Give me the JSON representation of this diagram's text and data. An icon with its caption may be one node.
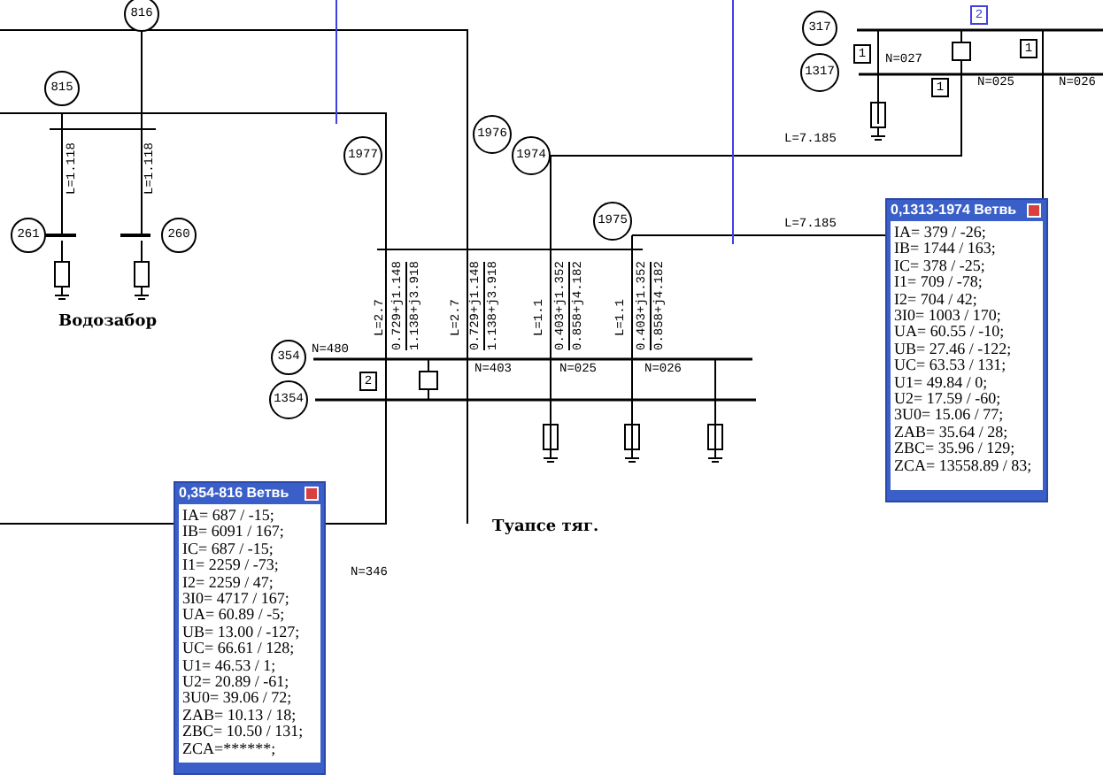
{
  "diagram": {
    "nodes": [
      {
        "text": [
          "816"
        ]
      },
      {
        "text": [
          "815"
        ]
      },
      {
        "text": [
          "261"
        ]
      },
      {
        "text": [
          "260"
        ]
      },
      {
        "text": [
          "1977"
        ]
      },
      {
        "text": [
          "1976"
        ]
      },
      {
        "text": [
          "1974"
        ]
      },
      {
        "text": [
          "1975"
        ]
      },
      {
        "text": [
          "354"
        ]
      },
      {
        "text": [
          "1354"
        ]
      },
      {
        "text": [
          "317"
        ]
      },
      {
        "text": [
          "1317"
        ]
      },
      {
        "text": [
          "0,1313-1974 Ветвь",
          "IA= 379 / -26;",
          "IB= 1744 / 163;",
          "IC= 378 / -25;",
          "I1= 709 / -78;",
          "I2= 704 / 42;",
          "3I0= 1003 / 170;",
          "UA= 60.55 / -10;",
          "UB= 27.46 / -122;",
          "UC= 63.53 / 131;",
          "U1= 49.84 / 0;",
          "U2= 17.59 / -60;",
          "3U0= 15.06 / 77;",
          "ZAB= 35.64 / 28;",
          "ZBC= 35.96 / 129;",
          "ZCA= 13558.89 / 83;"
        ]
      },
      {
        "text": [
          "0,354-816 Ветвь",
          "IA= 687 / -15;",
          "IB= 6091 / 167;",
          "IC= 687 / -15;",
          "I1= 2259 / -73;",
          "I2= 2259 / 47;",
          "3I0= 4717 / 167;",
          "UA= 60.89 / -5;",
          "UB= 13.00 / -127;",
          "UC= 66.61 / 128;",
          "U1= 46.53 / 1;",
          "U2= 20.89 / -61;",
          "3U0= 39.06 / 72;",
          "ZAB= 10.13 / 18;",
          "ZBC= 10.50 / 131;",
          "ZCA=******;"
        ]
      },
      {
        "text": [
          "2"
        ]
      },
      {
        "text": [
          "1"
        ]
      },
      {
        "text": [
          "1"
        ]
      },
      {
        "text": [
          "1"
        ]
      },
      {
        "text": [
          "2"
        ]
      }
    ],
    "labels": [
      "N=027",
      "N=025",
      "N=026",
      "L=7.185",
      "L=7.185",
      "L=1.118",
      "L=1.118",
      "Водозабор",
      "N=480",
      "L=2.7",
      "0.729+j1.148",
      "1.138+j3.918",
      "L=2.7",
      "0.729+j1.148",
      "1.138+j3.918",
      "N=403",
      "L=1.1",
      "0.403+j1.352",
      "0.858+j4.182",
      "L=1.1",
      "0.403+j1.352",
      "0.858+j4.182",
      "N=025",
      "N=026",
      "Туапсе тяг.",
      "N=346"
    ]
  }
}
